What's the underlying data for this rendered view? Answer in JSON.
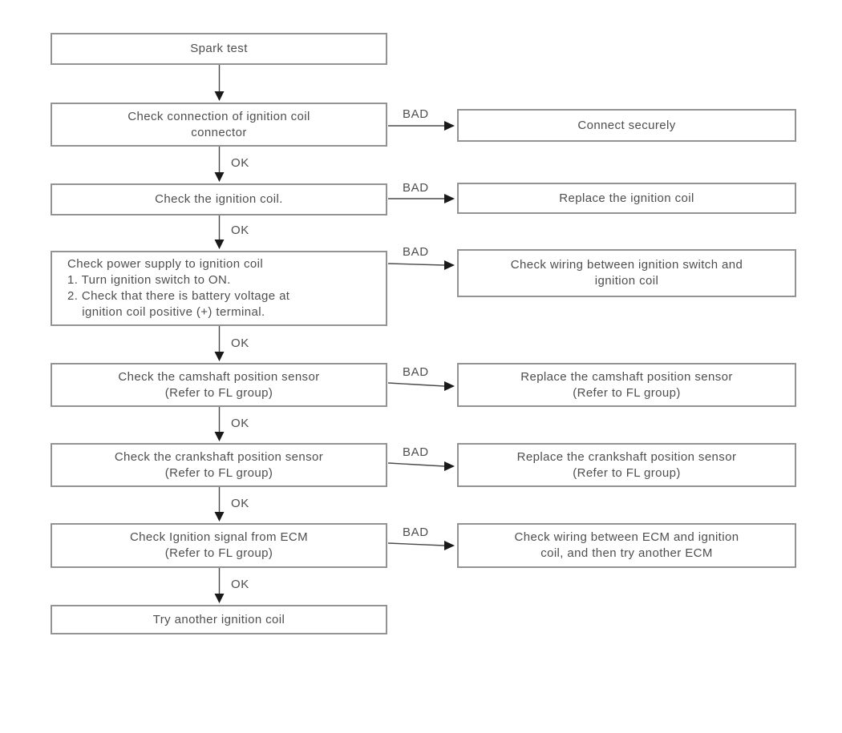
{
  "labels": {
    "ok": "OK",
    "bad": "BAD"
  },
  "colors": {
    "background": "#ffffff",
    "box_border": "#939393",
    "text": "#4e4e4e",
    "arrow_line": "#4a4a4a",
    "arrow_head": "#1a1a1a"
  },
  "flowchart": {
    "left": [
      {
        "text": "Spark test"
      },
      {
        "text": "Check connection of ignition coil\nconnector"
      },
      {
        "text": "Check the ignition coil."
      },
      {
        "text": "Check power supply to ignition coil\n1. Turn ignition switch to ON.\n2. Check that there is battery voltage at\n    ignition coil positive (+) terminal."
      },
      {
        "text": "Check the camshaft position sensor\n(Refer to FL group)"
      },
      {
        "text": "Check the crankshaft position sensor\n(Refer to FL group)"
      },
      {
        "text": "Check Ignition signal from ECM\n(Refer to FL group)"
      },
      {
        "text": "Try another ignition coil"
      }
    ],
    "right": [
      {
        "text": "Connect securely"
      },
      {
        "text": "Replace the ignition coil"
      },
      {
        "text": "Check wiring between ignition switch and\nignition coil"
      },
      {
        "text": "Replace the camshaft position sensor\n(Refer to FL group)"
      },
      {
        "text": "Replace the crankshaft position sensor\n(Refer to FL group)"
      },
      {
        "text": "Check wiring between ECM and ignition\ncoil, and then try another ECM"
      }
    ]
  }
}
